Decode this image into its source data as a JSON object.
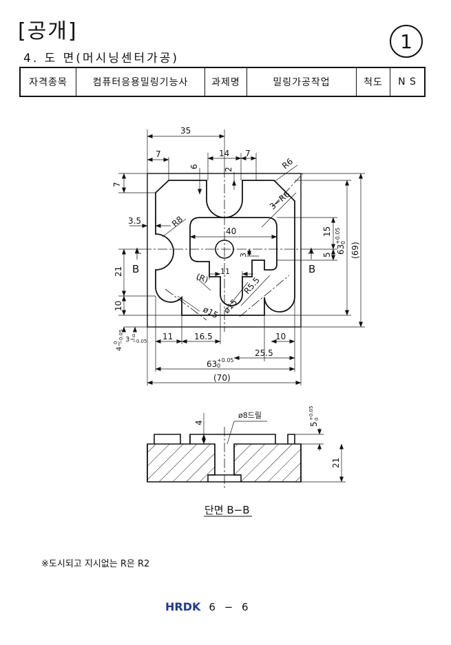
{
  "header": {
    "tag": "[공개]",
    "number": "1"
  },
  "section": {
    "title": "4. 도 면(머시닝센터가공)"
  },
  "info_table": {
    "cells": [
      "자격종목",
      "컴퓨터응용밀링기능사",
      "과제명",
      "밀링가공작업",
      "척도",
      "N S"
    ]
  },
  "plan": {
    "dims": {
      "d35": "35",
      "d7a": "7",
      "d14": "14",
      "d7b": "7",
      "d6": "6",
      "d2": "2",
      "dR6": "R6",
      "d7v": "7",
      "d3_5": "3.5",
      "dR8": "R8",
      "d3R6": "3−R6",
      "d40": "40",
      "d15": "15",
      "d63v": "63",
      "d63v_tol": "+0.05",
      "d63v_tol2": "0",
      "d69": "(69)",
      "d3": "3",
      "d5": "5",
      "dB_left": "B",
      "dB_right": "B",
      "d21": "21",
      "dR": "(R)",
      "d11c": "11",
      "dR5_5": "R5.5",
      "dphi15a": "ø15",
      "dphi15b": "ø15",
      "d10v": "10",
      "d4tol": "4−",
      "d4tol_sup": "0",
      "d4tol_sub": "−0.05",
      "d3tol": "3−",
      "d3tol_sup": "0",
      "d3tol_sub": "−0.05",
      "d11": "11",
      "d16_5": "16.5",
      "d10h": "10",
      "d25_5": "25.5",
      "d63h": "63",
      "d63h_tol": "+0.05",
      "d63h_tol2": "0",
      "d70": "(70)"
    }
  },
  "section_view": {
    "dims": {
      "d4": "4",
      "drill": "ø8드릴",
      "d5": "5",
      "d5_tol": "+0.05",
      "d5_tol2": "0",
      "d21": "21"
    },
    "caption": "단면 B−B"
  },
  "note": "※도시되고 지시없는 R은 R2",
  "footer": {
    "logo": "HRDK",
    "page": "6 − 6"
  }
}
